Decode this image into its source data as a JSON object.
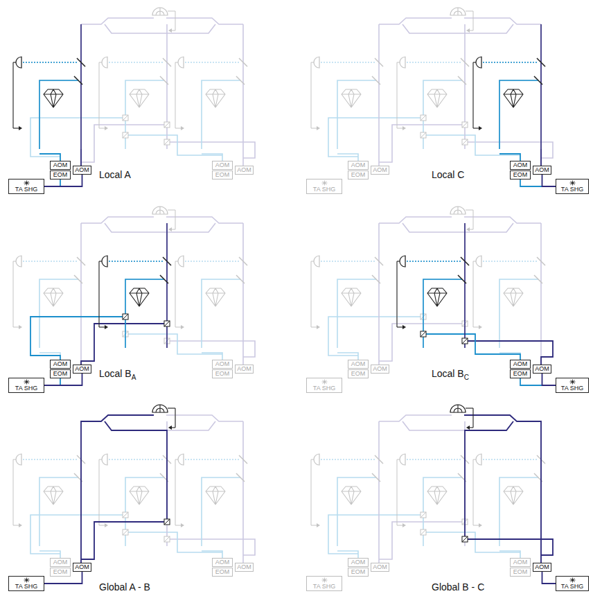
{
  "diagram": {
    "nodes": [
      {
        "text": [
          "AOM"
        ]
      },
      {
        "text": [
          "EOM"
        ]
      },
      {
        "text": [
          "AOM"
        ]
      },
      {
        "text": [
          "TA SHG"
        ]
      },
      {
        "text": [
          "AOM"
        ]
      },
      {
        "text": [
          "EOM"
        ]
      },
      {
        "text": [
          "AOM"
        ]
      },
      {
        "text": [
          "AOM"
        ]
      },
      {
        "text": [
          "EOM"
        ]
      },
      {
        "text": [
          "AOM"
        ]
      },
      {
        "text": [
          "TA SHG"
        ]
      },
      {
        "text": [
          "AOM"
        ]
      },
      {
        "text": [
          "EOM"
        ]
      },
      {
        "text": [
          "AOM"
        ]
      },
      {
        "text": [
          "TA SHG"
        ]
      },
      {
        "text": [
          "AOM"
        ]
      },
      {
        "text": [
          "EOM"
        ]
      },
      {
        "text": [
          "AOM"
        ]
      },
      {
        "text": [
          "TA SHG"
        ]
      },
      {
        "text": [
          "AOM"
        ]
      },
      {
        "text": [
          "EOM"
        ]
      },
      {
        "text": [
          "AOM"
        ]
      },
      {
        "text": [
          "AOM"
        ]
      },
      {
        "text": [
          "EOM"
        ]
      },
      {
        "text": [
          "AOM"
        ]
      },
      {
        "text": [
          "TA SHG"
        ]
      },
      {
        "text": [
          "AOM"
        ]
      },
      {
        "text": [
          "EOM"
        ]
      },
      {
        "text": [
          "AOM"
        ]
      },
      {
        "text": [
          "TA SHG"
        ]
      },
      {
        "text": [
          "AOM"
        ]
      },
      {
        "text": [
          "EOM"
        ]
      },
      {
        "text": [
          "AOM"
        ]
      },
      {
        "text": [
          "TA SHG"
        ]
      },
      {
        "text": [
          "AOM"
        ]
      },
      {
        "text": [
          "EOM"
        ]
      },
      {
        "text": [
          "AOM"
        ]
      },
      {
        "text": [
          "AOM"
        ]
      },
      {
        "text": [
          "EOM"
        ]
      },
      {
        "text": [
          "AOM"
        ]
      },
      {
        "text": [
          "TA SHG"
        ]
      },
      {
        "text": [
          "AOM"
        ]
      },
      {
        "text": [
          "EOM"
        ]
      },
      {
        "text": [
          "AOM"
        ]
      },
      {
        "text": [
          "TA SHG"
        ]
      }
    ],
    "edges": [
      {
        "from": 3,
        "to": 1,
        "arrow": "none"
      },
      {
        "from": 3,
        "to": 2,
        "arrow": "none"
      },
      {
        "from": 14,
        "to": 12,
        "arrow": "none"
      },
      {
        "from": 14,
        "to": 13,
        "arrow": "none"
      },
      {
        "from": 18,
        "to": 16,
        "arrow": "none"
      },
      {
        "from": 18,
        "to": 17,
        "arrow": "none"
      },
      {
        "from": 29,
        "to": 27,
        "arrow": "none"
      },
      {
        "from": 29,
        "to": 28,
        "arrow": "none"
      },
      {
        "from": 33,
        "to": 32,
        "arrow": "none"
      },
      {
        "from": 44,
        "to": 43,
        "arrow": "none"
      }
    ],
    "labels": [
      "Local A",
      "Local C",
      "Local B",
      "A",
      "Local B",
      "C",
      "Global A - B",
      "Global B - C"
    ]
  }
}
